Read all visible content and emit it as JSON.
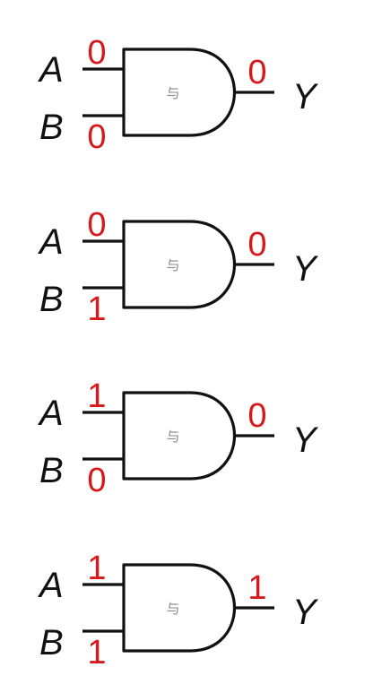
{
  "diagram": {
    "gate_type": "AND",
    "input_a_label": "A",
    "input_b_label": "B",
    "output_label": "Y",
    "gate_glyph": "与",
    "bit_color": "#d7191c",
    "line_color": "#111111",
    "rows": [
      {
        "a": "0",
        "b": "0",
        "y": "0"
      },
      {
        "a": "0",
        "b": "1",
        "y": "0"
      },
      {
        "a": "1",
        "b": "0",
        "y": "0"
      },
      {
        "a": "1",
        "b": "1",
        "y": "1"
      }
    ]
  }
}
